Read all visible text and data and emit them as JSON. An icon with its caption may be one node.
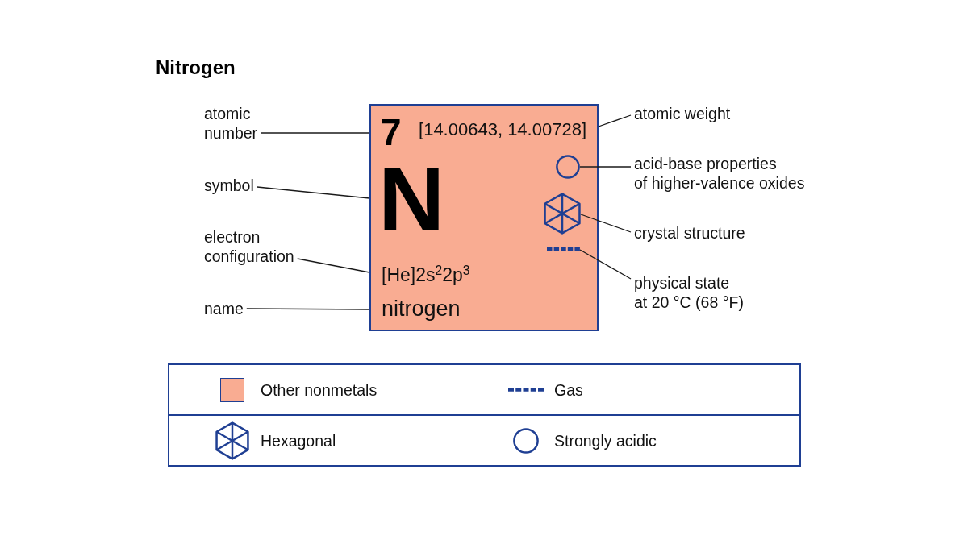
{
  "diagram": {
    "title": "Nitrogen",
    "nodes": [
      {
        "text": [
          "atomic number"
        ]
      },
      {
        "text": [
          "symbol"
        ]
      },
      {
        "text": [
          "electron configuration"
        ]
      },
      {
        "text": [
          "name"
        ]
      },
      {
        "text": [],
        "shape": "box"
      },
      {
        "text": [
          "7"
        ],
        "in": 4
      },
      {
        "text": [
          "[14.00643, 14.00728]"
        ],
        "in": 4
      },
      {
        "text": [
          "N"
        ],
        "in": 4
      },
      {
        "text": [
          "[He]2s$^{2}$2p$^{3}$"
        ],
        "in": 4
      },
      {
        "text": [
          "nitrogen"
        ],
        "in": 4
      },
      {
        "text": [],
        "shape": "circle",
        "in": 4
      },
      {
        "text": [],
        "shape": "hexagon",
        "in": 4
      },
      {
        "text": [],
        "shape": "line",
        "in": 4
      },
      {
        "text": [
          "atomic weight"
        ]
      },
      {
        "text": [
          "acid-base properties of higher-valence oxides"
        ]
      },
      {
        "text": [
          "crystal structure"
        ]
      },
      {
        "text": [
          "physical state at 20 °C (68 °F)"
        ]
      }
    ],
    "edges": [
      {
        "from": 0,
        "to": 5,
        "arrow": "none"
      },
      {
        "from": 1,
        "to": 7,
        "arrow": "none"
      },
      {
        "from": 2,
        "to": 8,
        "arrow": "none"
      },
      {
        "from": 3,
        "to": 9,
        "arrow": "none"
      },
      {
        "from": 13,
        "to": 6,
        "arrow": "none"
      },
      {
        "from": 14,
        "to": 10,
        "arrow": "none"
      },
      {
        "from": 15,
        "to": 11,
        "arrow": "none"
      },
      {
        "from": 16,
        "to": 12,
        "arrow": "none"
      }
    ],
    "legend": [
      {
        "text": "Other nonmetals",
        "color": "#f9ac92"
      },
      {
        "text": "Gas"
      },
      {
        "text": "Hexagonal"
      },
      {
        "text": "Strongly acidic"
      }
    ]
  }
}
